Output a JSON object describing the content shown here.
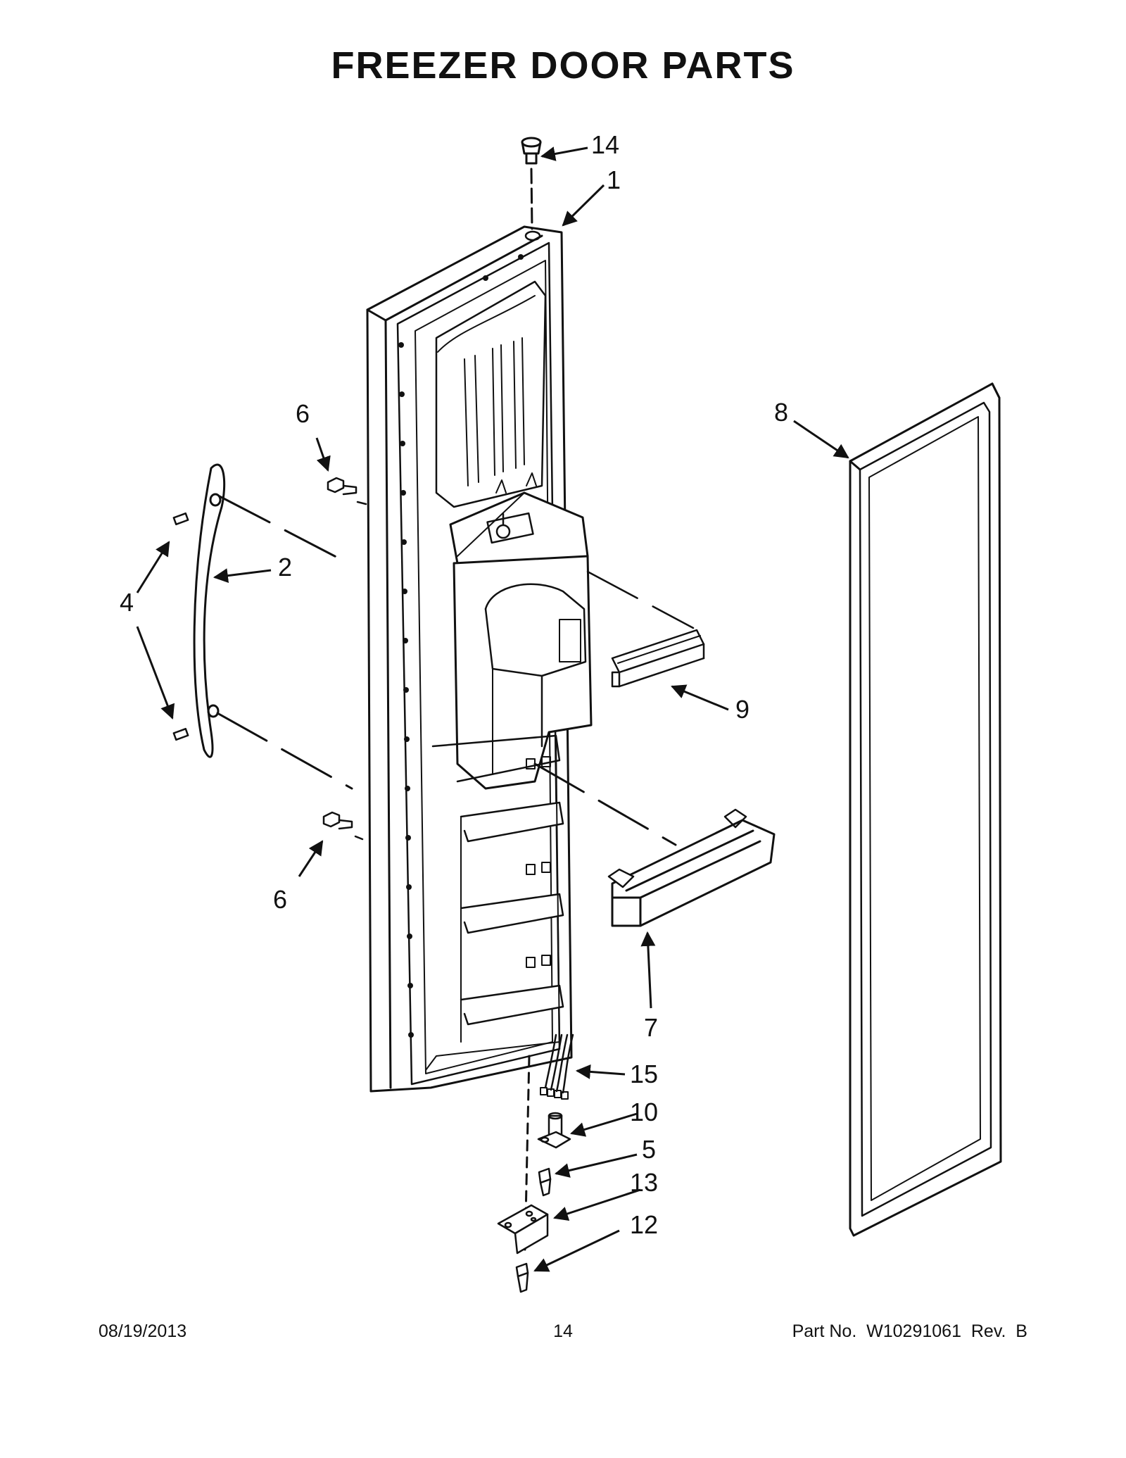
{
  "title": "FREEZER DOOR PARTS",
  "footer": {
    "date": "08/19/2013",
    "page": "14",
    "part_number": "Part No.  W10291061  Rev.  B"
  },
  "callouts": {
    "c1": "1",
    "c2": "2",
    "c4": "4",
    "c5": "5",
    "c6a": "6",
    "c6b": "6",
    "c7": "7",
    "c8": "8",
    "c9": "9",
    "c10": "10",
    "c12": "12",
    "c13": "13",
    "c14": "14",
    "c15": "15"
  }
}
